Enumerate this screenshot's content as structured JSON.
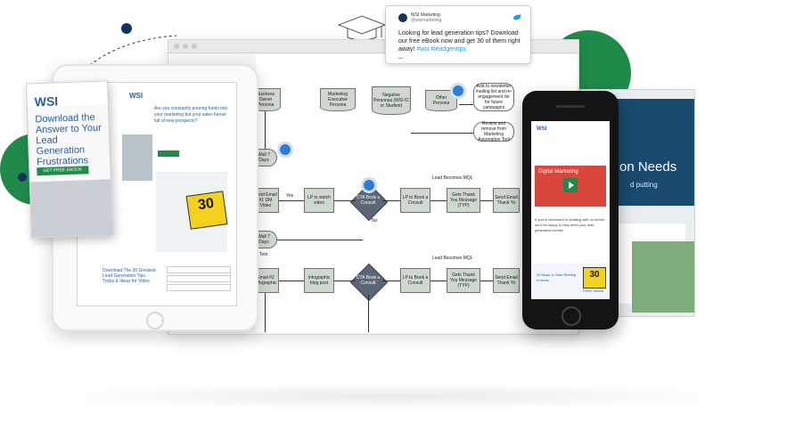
{
  "colors": {
    "brand_green": "#1f8a4a",
    "brand_navy": "#10345f",
    "twitter_blue": "#1d9bf0",
    "hub_blue": "#2e7dd1",
    "book_yellow": "#f2d21b"
  },
  "tweet": {
    "account": "WSI Marketing",
    "handle": "@wsimarketing",
    "text": "Looking for lead generation tips? Download our free eBook now and get 30 of them right away!",
    "hashtags": "#wsi #leadgentips",
    "icon": "twitter-bird-icon"
  },
  "flowchart": {
    "top_row": [
      "Business Owner Persona",
      "Marketing Executive Persona",
      "Negative Personas (WSI IC or Student)",
      "Other Persona"
    ],
    "side_boxes": [
      "Add to newsletter mailing list and re-engagement list for future campaigns",
      "Review and remove from Marketing Automation Tool"
    ],
    "wait_1": "Wait 7 Days",
    "wait_2": "Wait 7 Days",
    "mql_label_1": "Lead Becomes MQL",
    "mql_label_2": "Lead Becomes MQL",
    "yes_label": "Yes",
    "no_label": "No",
    "test_label": "Test",
    "row_1": [
      "Send Email #1 DM Video",
      "LP to watch video",
      "CTA Book a Consult",
      "LP to Book a Consult",
      "Gets Thank You Message (TYP)",
      "Send Email Thank Yo"
    ],
    "row_2": [
      "Email #2 Infographic",
      "Infographic blog post",
      "CTA Book a Consult",
      "LP to Book a Consult",
      "Gets Thank You Message (TYP)",
      "Send Email Thank Yo"
    ]
  },
  "ebook": {
    "logo": "WSI",
    "title": "Download the Answer to Your Lead Generation Frustrations",
    "button": "GET FREE EBOOK"
  },
  "tablet": {
    "logo": "WSI",
    "headline": "Are you constantly pouring funds into your marketing but your sales funnel full of new prospects?",
    "footer_heading": "Download The 30 Greatest Lead Generation Tips, Tricks & Ideas for Video",
    "book_number": "30"
  },
  "phone": {
    "logo": "WSI",
    "video_title": "Digital Marketing",
    "body_text": "If you're interested in chatting with us further, we'd be happy to help meet your lead generation needs!",
    "promo": "30 Ways to Start Reeling in leads",
    "book_number": "30",
    "book_caption": "FREE eBook"
  },
  "panel": {
    "heading": "on Needs",
    "subheading": "d putting"
  }
}
